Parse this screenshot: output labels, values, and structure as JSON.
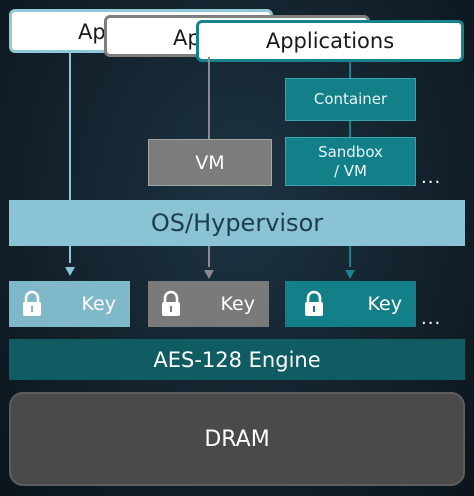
{
  "applications": [
    {
      "label": "Applications"
    },
    {
      "label": "Applications"
    },
    {
      "label": "Applications"
    }
  ],
  "boxes": {
    "container": "Container",
    "sandbox": "Sandbox\n/ VM",
    "vm": "VM"
  },
  "os_layer": "OS/Hypervisor",
  "keys": [
    {
      "label": "Key"
    },
    {
      "label": "Key"
    },
    {
      "label": "Key"
    }
  ],
  "engine": "AES-128 Engine",
  "memory": "DRAM",
  "ellipsis": "...",
  "colors": {
    "light_blue": "#8ac3d4",
    "gray": "#7c7c7c",
    "teal": "#137f88",
    "engine": "#0f5c62",
    "dram": "#4a4a4a"
  }
}
